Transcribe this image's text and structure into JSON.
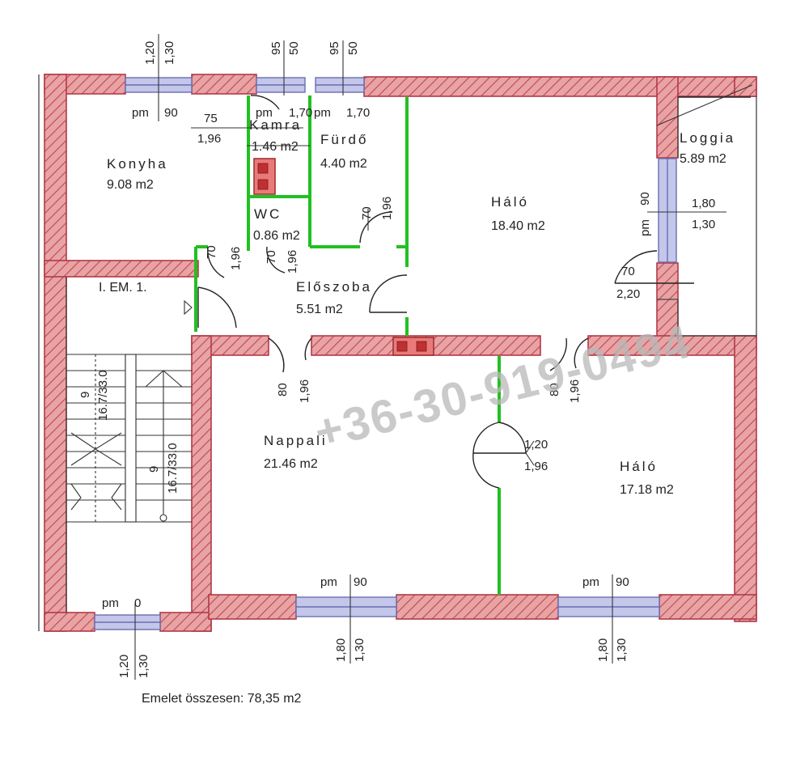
{
  "colors": {
    "wall_fill": "#e8a3a3",
    "wall_stroke": "#b23a48",
    "window_fill": "#c4c6ea",
    "window_stroke": "#6a6fb0",
    "partition": "#22c022",
    "hatch": "#c0455a",
    "background": "#ffffff"
  },
  "rooms": {
    "konyha": {
      "name": "Konyha",
      "area": "9.08 m2"
    },
    "kamra": {
      "name": "Kamra",
      "area": "1.46 m2"
    },
    "furdo": {
      "name": "Fürdő",
      "area": "4.40 m2"
    },
    "wc": {
      "name": "WC",
      "area": "0.86 m2"
    },
    "halo1": {
      "name": "Háló",
      "area": "18.40 m2"
    },
    "loggia": {
      "name": "Loggia",
      "area": "5.89 m2"
    },
    "eloszoba": {
      "name": "Előszoba",
      "area": "5.51 m2"
    },
    "nappali": {
      "name": "Nappali",
      "area": "21.46 m2"
    },
    "halo2": {
      "name": "Háló",
      "area": "17.18 m2"
    },
    "staircase": {
      "name": "I. EM. 1."
    }
  },
  "dimensions": {
    "top_w1_width": "1,20",
    "top_w1_height": "1,30",
    "top_w2_width": "95",
    "top_w2_height": "50",
    "top_w3_width": "95",
    "top_w3_height": "50",
    "konyha_pm_label": "pm",
    "konyha_pm_value": "90",
    "kamra_pm_label": "pm",
    "kamra_pm_value": "1,70",
    "furdo_pm_label": "pm",
    "furdo_pm_value": "1,70",
    "kamra_door_w": "75",
    "kamra_door_h": "1,96",
    "furdo_door_w": "70",
    "furdo_door_h": "1,96",
    "konyha_door_w": "70",
    "konyha_door_h": "1,96",
    "wc_door_w": "70",
    "wc_door_h": "1,96",
    "loggia_pm_label": "pm",
    "loggia_pm_value": "90",
    "loggia_win_w": "1,80",
    "loggia_win_h": "1,30",
    "loggia_door_w": "70",
    "loggia_door_h": "2,20",
    "nappali_door_w": "80",
    "nappali_door_h": "1,96",
    "halo2_door_w": "80",
    "halo2_door_h": "1,96",
    "inner_door_w": "1,20",
    "inner_door_h": "1,96",
    "stair1_steps": "9",
    "stair1_size": "16.7/33.0",
    "stair2_steps": "9",
    "stair2_size": "16.7/33.0",
    "bottom_pm_label_1": "pm",
    "bottom_pm_value_1": "0",
    "bottom_pm_label_2": "pm",
    "bottom_pm_value_2": "90",
    "bottom_pm_label_3": "pm",
    "bottom_pm_value_3": "90",
    "bottom_w1_width": "1,20",
    "bottom_w1_height": "1,30",
    "bottom_w2_width": "1,80",
    "bottom_w2_height": "1,30",
    "bottom_w3_width": "1,80",
    "bottom_w3_height": "1,30"
  },
  "watermark": "+36-30-919-0494",
  "footer": {
    "total": "Emelet összesen: 78,35 m2"
  }
}
